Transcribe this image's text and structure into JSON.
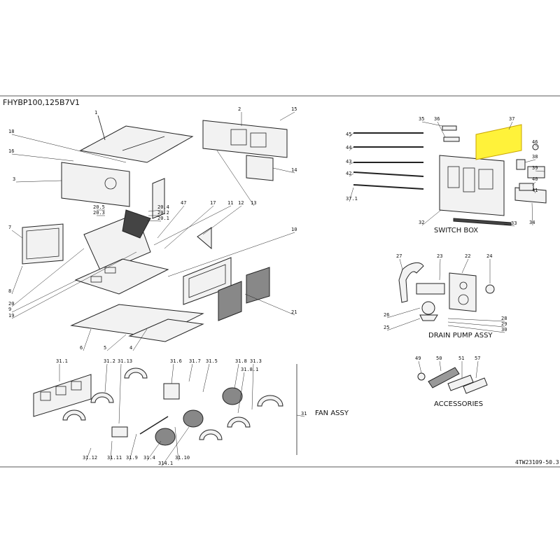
{
  "title": "FHYBP100,125B7V1",
  "doc_code": "4TW23109-50.3",
  "groups": {
    "switch_box": "SWITCH BOX",
    "drain_pump": "DRAIN PUMP ASSY",
    "accessories": "ACCESSORIES",
    "fan_assy": "FAN ASSY"
  },
  "part_labels": [
    "1",
    "2",
    "3",
    "4",
    "5",
    "6",
    "7",
    "8",
    "9",
    "10",
    "11",
    "12",
    "13",
    "14",
    "15",
    "16",
    "17",
    "18",
    "19",
    "20",
    "20.1",
    "20.2",
    "20.3",
    "20.4",
    "20.5",
    "21",
    "22",
    "23",
    "24",
    "25",
    "26",
    "27",
    "28",
    "29",
    "30",
    "31",
    "31.1",
    "31.2",
    "31.3",
    "31.4",
    "31.5",
    "31.6",
    "31.7",
    "31.8",
    "31.8.1",
    "31.9",
    "31.10",
    "31.11",
    "31.12",
    "31.13",
    "314.1",
    "32",
    "33",
    "34",
    "35",
    "36",
    "37",
    "37.1",
    "38",
    "39",
    "40",
    "41",
    "42",
    "43",
    "44",
    "45",
    "46",
    "47",
    "49",
    "50",
    "51",
    "57"
  ],
  "highlighted_part": "37",
  "colors": {
    "highlight": "#fff23a",
    "line": "#222222"
  }
}
